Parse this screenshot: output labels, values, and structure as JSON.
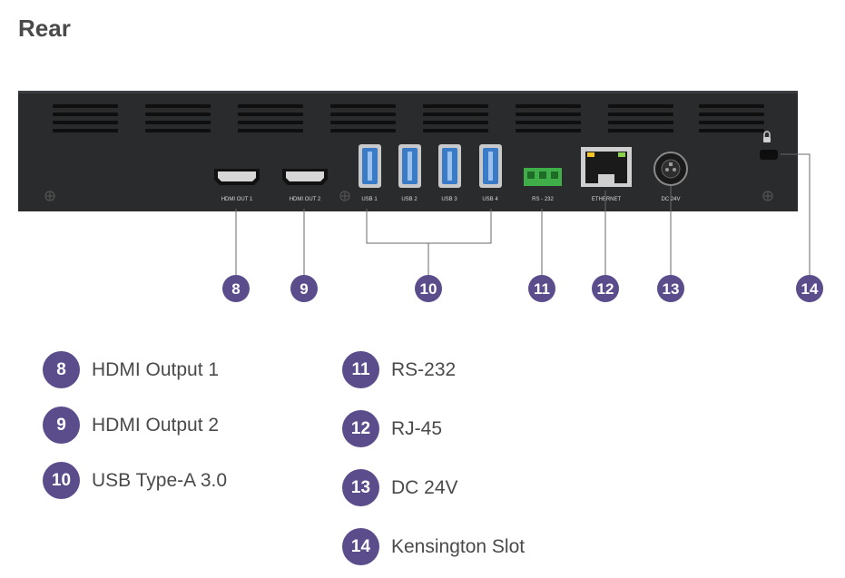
{
  "title": "Rear",
  "colors": {
    "badge": "#5b4c8c",
    "device": "#2a2b2d",
    "usb": "#3a7bc8",
    "terminal": "#3fae49"
  },
  "ports": {
    "hdmi1": "HDMI OUT 1",
    "hdmi2": "HDMI OUT 2",
    "usb1": "USB 1",
    "usb2": "USB 2",
    "usb3": "USB 3",
    "usb4": "USB 4",
    "rs232": "RS - 232",
    "ethernet": "ETHERNET",
    "dc": "DC 24V"
  },
  "callouts": [
    "8",
    "9",
    "10",
    "11",
    "12",
    "13",
    "14"
  ],
  "legend": [
    {
      "num": "8",
      "label": "HDMI Output 1"
    },
    {
      "num": "9",
      "label": "HDMI Output 2"
    },
    {
      "num": "10",
      "label": "USB Type-A 3.0"
    },
    {
      "num": "11",
      "label": "RS-232"
    },
    {
      "num": "12",
      "label": "RJ-45"
    },
    {
      "num": "13",
      "label": "DC 24V"
    },
    {
      "num": "14",
      "label": "Kensington Slot"
    }
  ]
}
